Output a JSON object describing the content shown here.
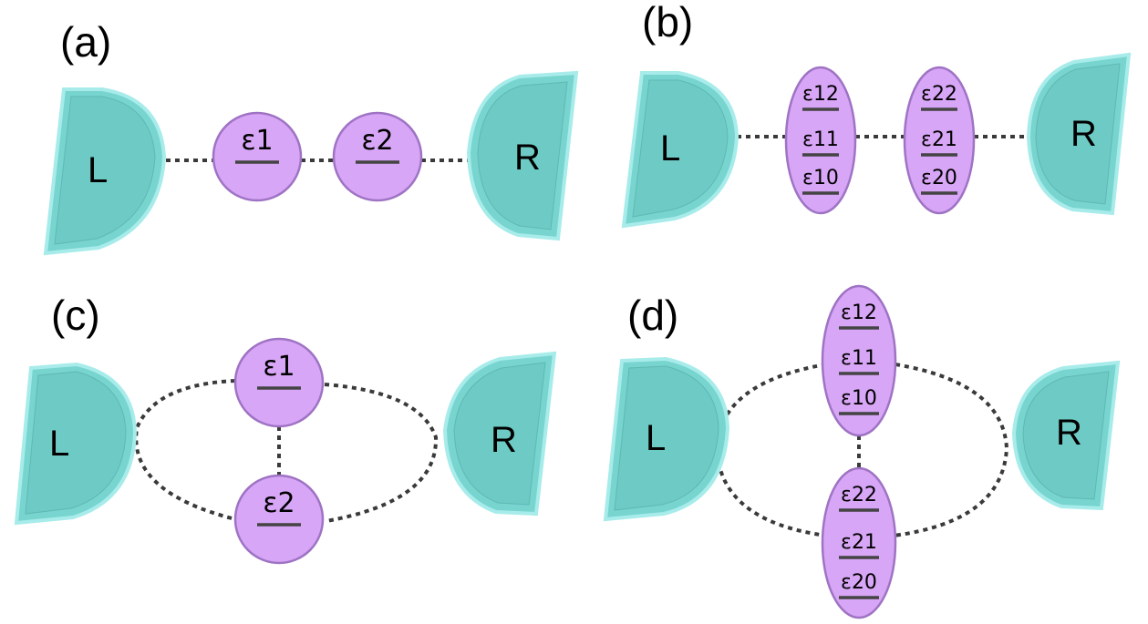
{
  "panels": [
    {
      "label": "(a)",
      "left_lead": "L",
      "right_lead": "R",
      "dots": [
        [
          "ε1"
        ],
        [
          "ε2"
        ]
      ]
    },
    {
      "label": "(b)",
      "left_lead": "L",
      "right_lead": "R",
      "dots": [
        [
          "ε12",
          "ε11",
          "ε10"
        ],
        [
          "ε22",
          "ε21",
          "ε20"
        ]
      ]
    },
    {
      "label": "(c)",
      "left_lead": "L",
      "right_lead": "R",
      "dots": [
        [
          "ε1"
        ],
        [
          "ε2"
        ]
      ]
    },
    {
      "label": "(d)",
      "left_lead": "L",
      "right_lead": "R",
      "dots": [
        [
          "ε12",
          "ε11",
          "ε10"
        ],
        [
          "ε22",
          "ε21",
          "ε20"
        ]
      ]
    }
  ],
  "colors": {
    "lead_fill": "#77d4cf",
    "lead_rim": "#a7ecea",
    "dot_fill": "#d8a6f6",
    "dot_stroke": "#9f73c4",
    "connector": "#3a3a3a"
  }
}
